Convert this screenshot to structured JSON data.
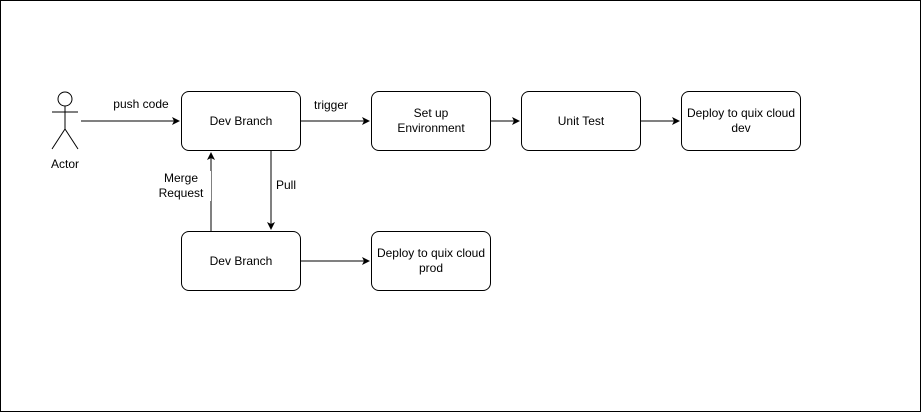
{
  "diagram": {
    "actor": {
      "label": "Actor"
    },
    "nodes": {
      "dev_branch_top": "Dev Branch",
      "setup_env": "Set up\nEnvironment",
      "unit_test": "Unit Test",
      "deploy_dev": "Deploy to quix cloud\ndev",
      "dev_branch_bottom": "Dev Branch",
      "deploy_prod": "Deploy to quix cloud\nprod"
    },
    "edges": {
      "push_code": "push code",
      "trigger": "trigger",
      "pull": "Pull",
      "merge_request": "Merge\nRequest"
    },
    "colors": {
      "stroke": "#000000",
      "fill": "#ffffff"
    }
  }
}
